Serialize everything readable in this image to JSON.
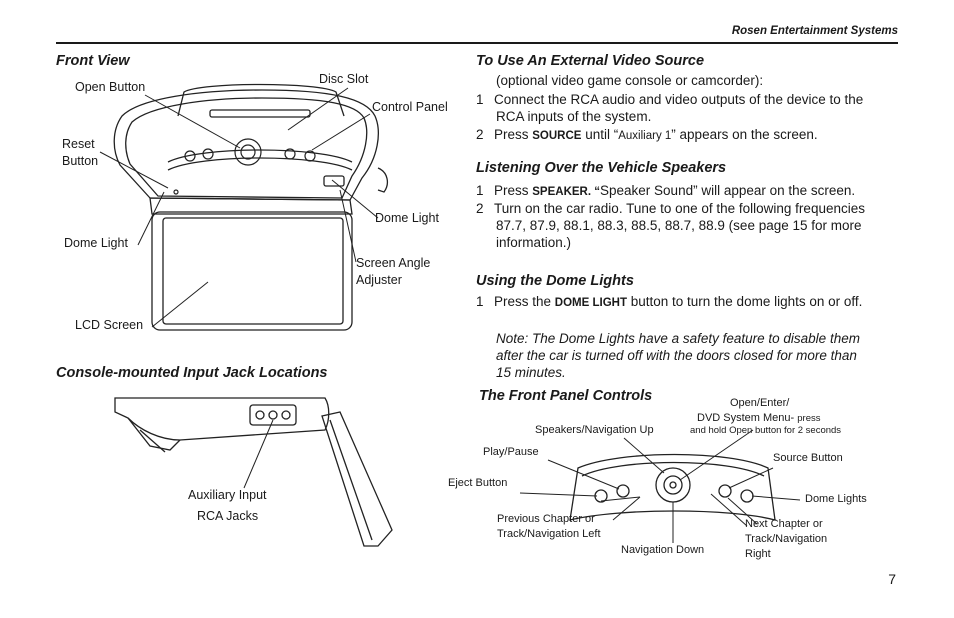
{
  "header": {
    "brand": "Rosen Entertainment Systems",
    "page_number": "7"
  },
  "front_view": {
    "title": "Front View",
    "labels": {
      "open_button": "Open Button",
      "disc_slot": "Disc Slot",
      "control_panel": "Control Panel",
      "reset_button_1": "Reset",
      "reset_button_2": "Button",
      "dome_light_right": "Dome Light",
      "dome_light_left": "Dome Light",
      "screen_angle_1": "Screen Angle",
      "screen_angle_2": "Adjuster",
      "lcd_screen": "LCD Screen"
    }
  },
  "console": {
    "title": "Console-mounted Input Jack Locations",
    "labels": {
      "aux_input": "Auxiliary Input",
      "rca_jacks": "RCA Jacks"
    }
  },
  "external_video": {
    "title": "To Use An External Video Source",
    "subtitle": "(optional video game console or camcorder):",
    "step1_num": "1",
    "step1_line1": "Connect the RCA audio and video outputs of the device to the",
    "step1_line2": "RCA inputs of the system.",
    "step2_num": "2",
    "step2_pre": "Press ",
    "step2_key": "SOURCE",
    "step2_mid": " until “",
    "step2_small": "Auxiliary 1",
    "step2_post": "” appears on the screen."
  },
  "speakers": {
    "title": "Listening Over the Vehicle Speakers",
    "step1_num": "1",
    "step1_pre": "Press ",
    "step1_key": "SPEAKER. “",
    "step1_post": "Speaker Sound” will appear on the screen.",
    "step2_num": "2",
    "step2_line1": "Turn on the car radio.  Tune to one of the following frequencies",
    "step2_line2": "87.7, 87.9, 88.1, 88.3, 88.5, 88.7, 88.9 (see page 15 for more",
    "step2_line3": "information.)"
  },
  "dome": {
    "title": "Using the Dome Lights",
    "step1_num": "1",
    "step1_pre": "Press the ",
    "step1_key": "DOME LIGHT",
    "step1_post": " button to turn the dome lights on or off.",
    "note_line1": "Note: The Dome Lights have a safety feature to disable them",
    "note_line2": "after the car is turned off with the doors closed for more than",
    "note_line3": "15 minutes."
  },
  "front_panel": {
    "title": "The Front Panel Controls",
    "labels": {
      "open_enter_1": "Open/Enter/",
      "open_enter_2": "DVD System Menu- ",
      "open_enter_2_small": "press",
      "open_enter_3": "and hold Open button for 2 seconds",
      "speakers_nav_up": "Speakers/Navigation Up",
      "play_pause": "Play/Pause",
      "source_button": "Source Button",
      "eject_button": "Eject Button",
      "dome_lights": "Dome Lights",
      "prev_chapter_1": "Previous Chapter or",
      "prev_chapter_2": "Track/Navigation Left",
      "next_chapter_1": "Next Chapter or",
      "next_chapter_2": "Track/Navigation",
      "next_chapter_3": "Right",
      "nav_down": "Navigation Down"
    }
  }
}
